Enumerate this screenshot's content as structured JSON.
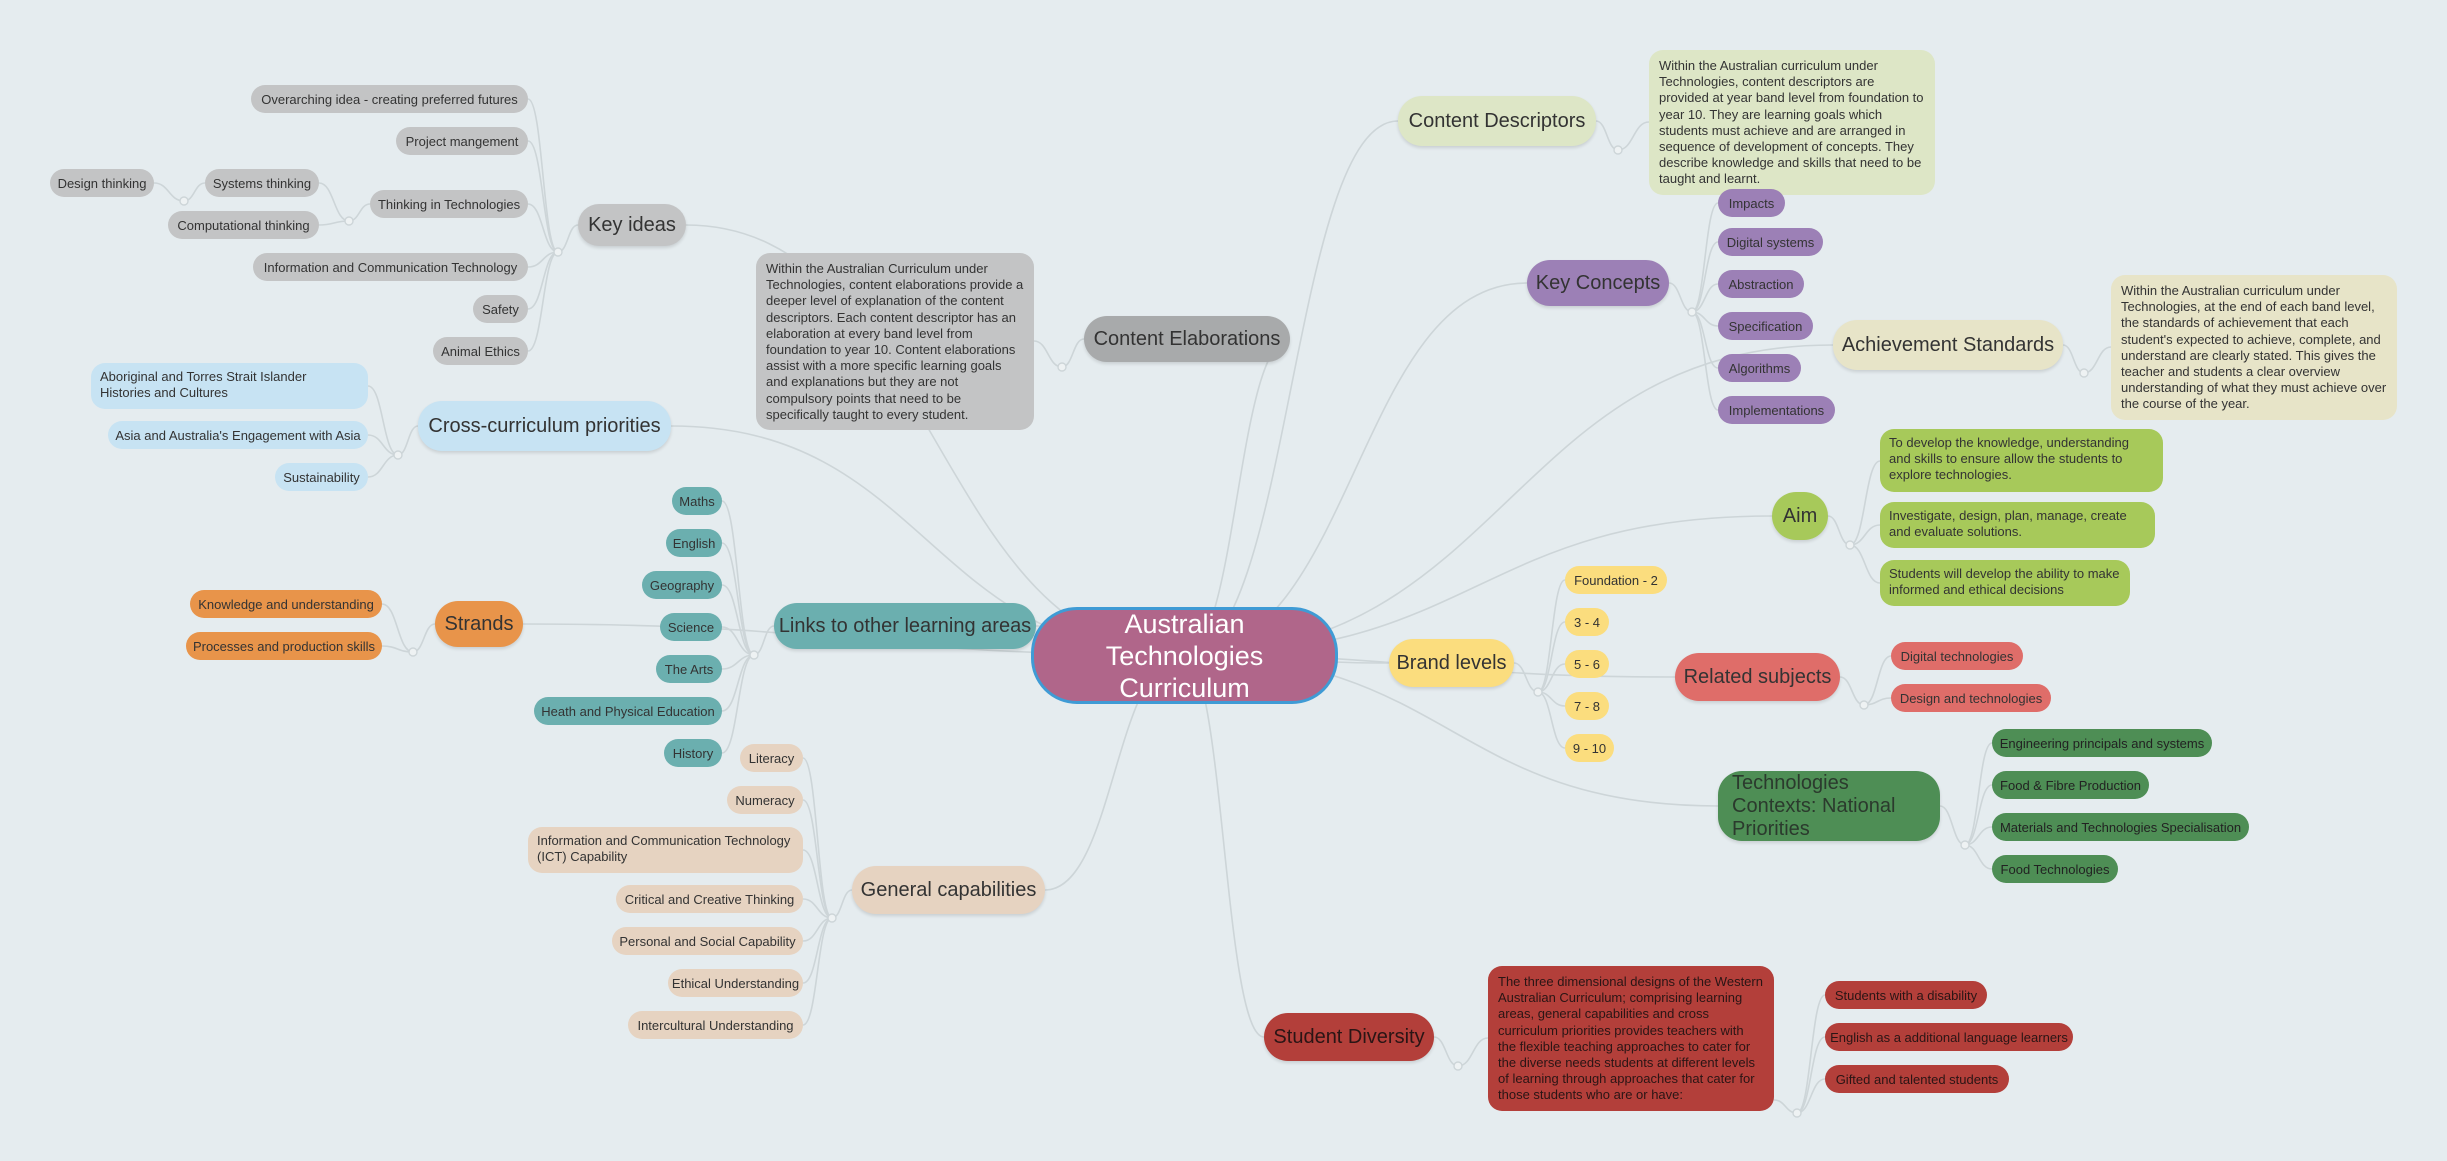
{
  "root": "Australian Technologies Curriculum",
  "key_ideas": {
    "label": "Key ideas",
    "items": [
      "Overarching idea - creating preferred futures",
      "Project mangement",
      "Thinking in Technologies",
      "Information and Communication Technology",
      "Safety",
      "Animal Ethics"
    ],
    "thinking_children": [
      "Systems thinking",
      "Computational thinking"
    ],
    "design_thinking": "Design thinking"
  },
  "content_elaborations": {
    "label": "Content Elaborations",
    "note": "Within the Australian Curriculum under Technologies, content elaborations provide a deeper level of explanation of the content descriptors. Each content descriptor has an elaboration at every band level from foundation to year 10. Content elaborations assist with a more specific learning goals and explanations but they are not compulsory points that need to be specifically taught to every student."
  },
  "cross_curriculum": {
    "label": "Cross-curriculum priorities",
    "items": [
      "Aboriginal and Torres Strait Islander Histories and Cultures",
      "Asia and Australia's Engagement with Asia",
      "Sustainability"
    ]
  },
  "links": {
    "label": "Links to other learning areas",
    "items": [
      "Maths",
      "English",
      "Geography",
      "Science",
      "The Arts",
      "Heath and Physical Education",
      "History"
    ]
  },
  "strands": {
    "label": "Strands",
    "items": [
      "Knowledge and understanding",
      "Processes and production skills"
    ]
  },
  "general_capabilities": {
    "label": "General capabilities",
    "items": [
      "Literacy",
      "Numeracy",
      "Information and Communication Technology (ICT) Capability",
      "Critical and Creative Thinking",
      "Personal and Social Capability",
      "Ethical Understanding",
      "Intercultural Understanding"
    ]
  },
  "content_descriptors": {
    "label": "Content Descriptors",
    "note": "Within the Australian curriculum under Technologies, content descriptors are provided at year band level from foundation to year 10. They are learning goals which students must achieve and are arranged in sequence of development of concepts. They describe knowledge and skills that need to be taught and learnt."
  },
  "key_concepts": {
    "label": "Key Concepts",
    "items": [
      "Impacts",
      "Digital systems",
      "Abstraction",
      "Specification",
      "Algorithms",
      "Implementations"
    ]
  },
  "achievement_standards": {
    "label": "Achievement Standards",
    "note": "Within the Australian curriculum under Technologies, at the end of each band level, the standards of achievement that each student's expected to achieve, complete, and understand are clearly stated. This gives the teacher and students a clear overview understanding of what they must achieve over the course of the year."
  },
  "aim": {
    "label": "Aim",
    "items": [
      "To develop the knowledge, understanding and skills to ensure allow the students to explore technologies.",
      "Investigate, design, plan, manage, create and evaluate solutions.",
      "Students will develop the ability to make informed and ethical decisions"
    ]
  },
  "brand_levels": {
    "label": "Brand levels",
    "items": [
      "Foundation - 2",
      "3 - 4",
      "5 - 6",
      "7 - 8",
      "9 - 10"
    ]
  },
  "related_subjects": {
    "label": "Related subjects",
    "items": [
      "Digital technologies",
      "Design and technologies"
    ]
  },
  "tech_contexts": {
    "label": "Technologies Contexts: National Priorities",
    "items": [
      "Engineering principals and systems",
      "Food & Fibre Production",
      "Materials and Technologies Specialisation",
      "Food Technologies"
    ]
  },
  "student_diversity": {
    "label": "Student Diversity",
    "note": "The three dimensional designs of the Western Australian Curriculum; comprising learning areas, general capabilities and cross curriculum priorities provides teachers with the flexible teaching approaches to cater for the diverse needs students at different levels of learning through approaches that cater for those students who are or have:",
    "items": [
      "Students with a disability",
      "English as a additional language learners",
      "Gifted and talented students"
    ]
  },
  "colors": {
    "background": "#e5ecef",
    "connector": "#cdd5d8",
    "root_fill": "#b0668a",
    "root_border": "#3f9bd5"
  }
}
